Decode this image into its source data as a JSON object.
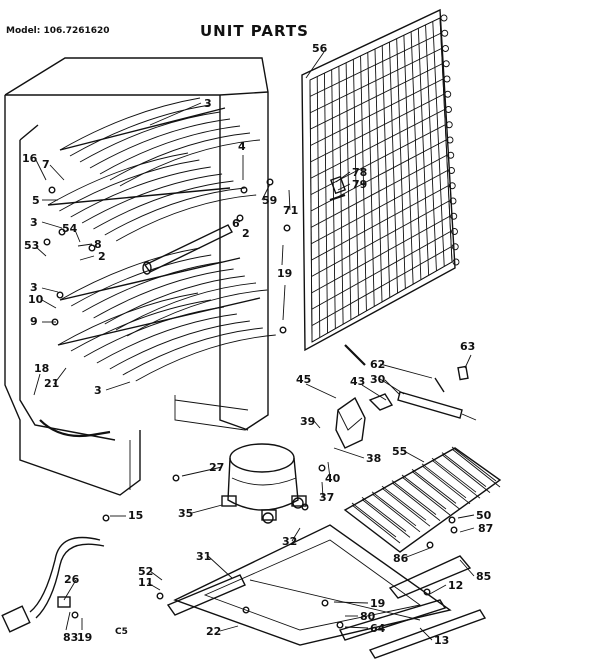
{
  "header": {
    "model": "Model: 106.7261620",
    "title": "UNIT PARTS"
  },
  "footer": {
    "code": "C5"
  },
  "callouts": [
    "3",
    "16",
    "7",
    "5",
    "3",
    "54",
    "8",
    "2",
    "53",
    "3",
    "10",
    "9",
    "18",
    "21",
    "3",
    "4",
    "6",
    "2",
    "56",
    "78",
    "79",
    "59",
    "71",
    "19",
    "63",
    "62",
    "30",
    "45",
    "43",
    "39",
    "38",
    "40",
    "37",
    "27",
    "35",
    "32",
    "55",
    "15",
    "26",
    "83",
    "19",
    "52",
    "11",
    "22",
    "31",
    "19",
    "80",
    "64",
    "50",
    "87",
    "86",
    "85",
    "12",
    "13"
  ]
}
